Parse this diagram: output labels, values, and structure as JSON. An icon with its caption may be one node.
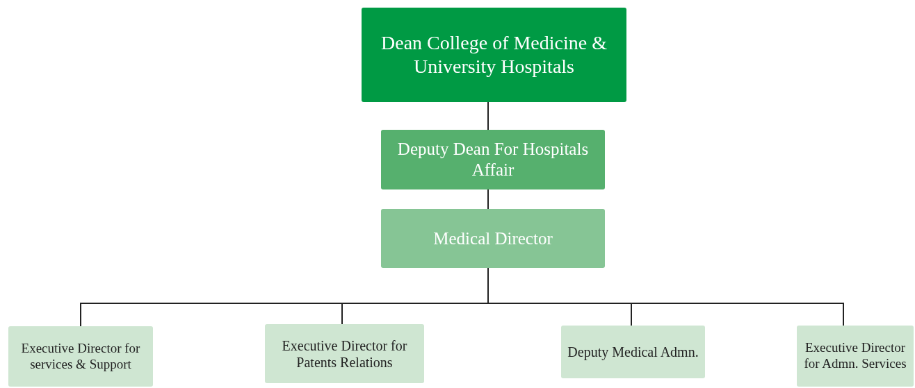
{
  "diagram": {
    "nodes": [
      {
        "text": [
          "Dean College of Medicine & University Hospitals"
        ]
      },
      {
        "text": [
          "Deputy Dean For Hospitals Affair"
        ]
      },
      {
        "text": [
          "Medical Director"
        ]
      },
      {
        "text": [
          "Executive Director for services & Support"
        ]
      },
      {
        "text": [
          "Executive Director for Patents Relations"
        ]
      },
      {
        "text": [
          "Deputy Medical Admn."
        ]
      },
      {
        "text": [
          "Executive Director for Admn. Services"
        ]
      }
    ],
    "edges": [
      {
        "from": 0,
        "to": 1,
        "arrow": "none"
      },
      {
        "from": 1,
        "to": 2,
        "arrow": "none"
      },
      {
        "from": 2,
        "to": 3,
        "arrow": "none"
      },
      {
        "from": 2,
        "to": 4,
        "arrow": "none"
      },
      {
        "from": 2,
        "to": 5,
        "arrow": "none"
      },
      {
        "from": 2,
        "to": 6,
        "arrow": "none"
      }
    ]
  }
}
